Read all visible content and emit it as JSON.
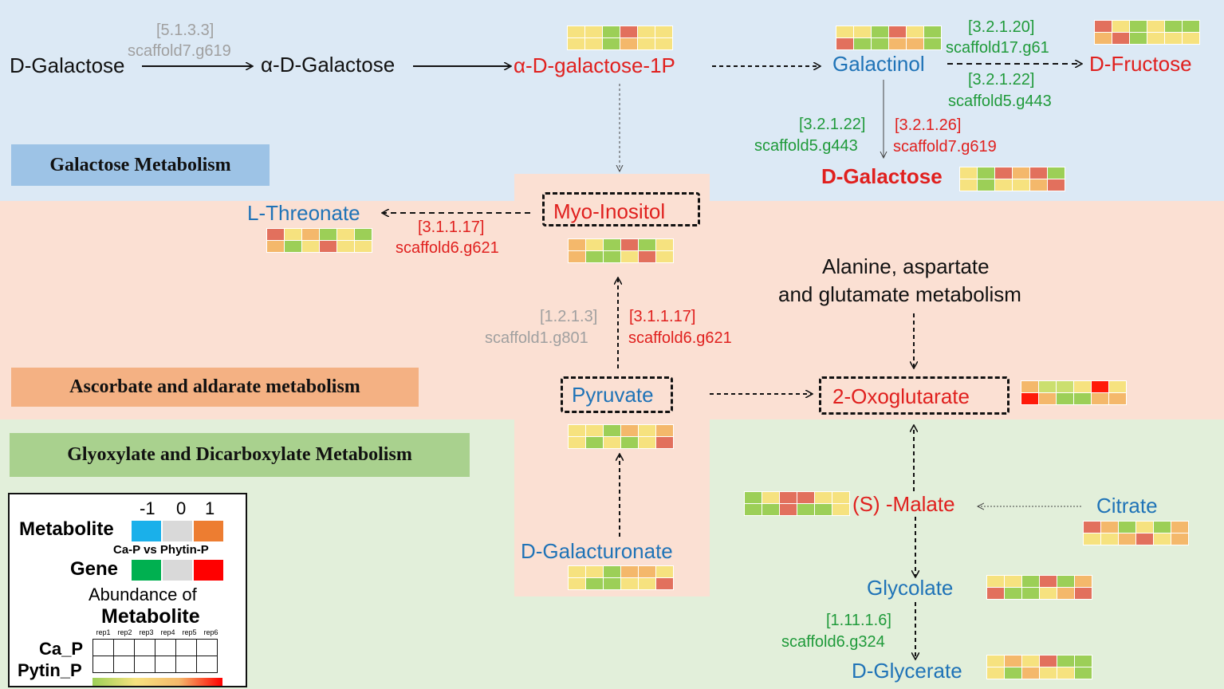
{
  "colors": {
    "galactose_bg": "#dce9f5",
    "ascorbate_bg": "#fbe0d3",
    "glyoxylate_bg": "#e2efda",
    "gal_label_bg": "#9dc3e6",
    "asc_label_bg": "#f4b183",
    "gly_label_bg": "#a9d18e"
  },
  "sections": {
    "galactose": "Galactose Metabolism",
    "ascorbate": "Ascorbate and aldarate metabolism",
    "glyoxylate": "Glyoxylate and Dicarboxylate Metabolism"
  },
  "metabolites": {
    "d_galactose_left": "D-Galactose",
    "alpha_d_galactose": "α-D-Galactose",
    "alpha_d_galactose_1p": "α-D-galactose-1P",
    "galactinol": "Galactinol",
    "d_fructose": "D-Fructose",
    "d_galactose_right": "D-Galactose",
    "myo_inositol": "Myo-Inositol",
    "l_threonate": "L-Threonate",
    "pyruvate": "Pyruvate",
    "oxoglutarate": "2-Oxoglutarate",
    "d_galacturonate": "D-Galacturonate",
    "s_malate": "(S) -Malate",
    "citrate": "Citrate",
    "glycolate": "Glycolate",
    "d_glycerate": "D-Glycerate",
    "ala_asp_glu_line1": "Alanine, aspartate",
    "ala_asp_glu_line2": "and glutamate metabolism"
  },
  "enzymes": {
    "e1_ec": "[5.1.3.3]",
    "e1_gene": "scaffold7.g619",
    "e2_ec": "[3.2.1.20]",
    "e2_gene": "scaffold17.g61",
    "e3_ec": "[3.2.1.22]",
    "e3_gene": "scaffold5.g443",
    "e4_ec": "[3.2.1.22]",
    "e4_gene": "scaffold5.g443",
    "e5_ec": "[3.2.1.26]",
    "e5_gene": "scaffold7.g619",
    "e6_ec": "[3.1.1.17]",
    "e6_gene": "scaffold6.g621",
    "e7_ec": "[1.2.1.3]",
    "e7_gene": "scaffold1.g801",
    "e8_ec": "[3.1.1.17]",
    "e8_gene": "scaffold6.g621",
    "e9_ec": "[1.11.1.6]",
    "e9_gene": "scaffold6.g324"
  },
  "legend": {
    "scale_neg": "-1",
    "scale_zero": "0",
    "scale_pos": "1",
    "metabolite": "Metabolite",
    "comparison": "Ca-P vs Phytin-P",
    "gene": "Gene",
    "abundance_of": "Abundance of",
    "metabolite2": "Metabolite",
    "reps": [
      "rep1",
      "rep2",
      "rep3",
      "rep4",
      "rep5",
      "rep6"
    ],
    "row1": "Ca_P",
    "row2": "Pytin_P",
    "metabolite_colors": [
      "#1ab0ea",
      "#d9d9d9",
      "#ed7d31"
    ],
    "gene_colors": [
      "#00b050",
      "#d9d9d9",
      "#ff0000"
    ]
  },
  "heatmap_palette": {
    "Y": "#f6e27f",
    "G": "#9ccf57",
    "O": "#f4b86b",
    "R": "#e2705d",
    "L": "#cbdf6f",
    "D": "#ff1a0a"
  },
  "heatmaps": {
    "hm_gal1p": [
      "YYGRYY",
      "YYGOYY"
    ],
    "hm_galactinol": [
      "YYGRYG",
      "RGGOOG"
    ],
    "hm_fructose": [
      "RYGYGG",
      "ORGYYY"
    ],
    "hm_dgal": [
      "YGRORG",
      "YGYYOR"
    ],
    "hm_threonate": [
      "RYOGYG",
      "OGYRYY"
    ],
    "hm_myo": [
      "OYGRGY",
      "OGGYRY"
    ],
    "hm_pyruvate": [
      "YYGOYO",
      "YGYGYR"
    ],
    "hm_oxo": [
      "OLLYDY",
      "DOGGOO"
    ],
    "hm_galacturonate": [
      "YYGOOY",
      "YGGYYR"
    ],
    "hm_malate": [
      "GYRRYY",
      "GGRGGY"
    ],
    "hm_citrate": [
      "ROGYGO",
      "YYORYO"
    ],
    "hm_glycolate": [
      "YYGRGO",
      "RGGYOR"
    ],
    "hm_glycerate": [
      "YOYRGG",
      "YGOYYG"
    ]
  }
}
